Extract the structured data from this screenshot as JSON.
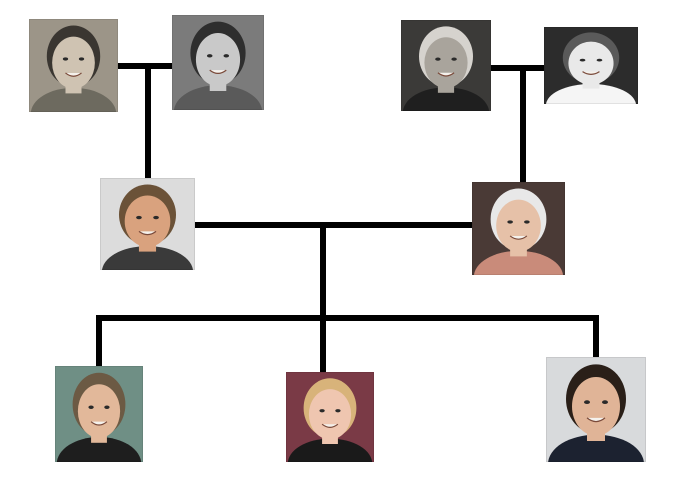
{
  "colors": {
    "connector": "#000000",
    "background": "#ffffff"
  },
  "family_tree": {
    "grandparents_paternal": [
      {
        "id": "gp1",
        "photo": {
          "bg": "#9c9588",
          "skin": "#cfc3b2",
          "hair": "#3a3631",
          "top": "#6d6a5f",
          "style": "sepia"
        }
      },
      {
        "id": "gp2",
        "photo": {
          "bg": "#7b7b7b",
          "skin": "#c9c9c9",
          "hair": "#2e2e2e",
          "top": "#5a5a5a",
          "style": "grayscale"
        }
      }
    ],
    "grandparents_maternal": [
      {
        "id": "gp3",
        "photo": {
          "bg": "#3b3a38",
          "skin": "#a9a49c",
          "hair": "#d6d3ce",
          "top": "#1f1f1f",
          "style": "grayscale"
        }
      },
      {
        "id": "gp4",
        "photo": {
          "bg": "#2c2c2c",
          "skin": "#e9e9e9",
          "hair": "#5a5a5a",
          "top": "#f5f5f5",
          "style": "grayscale"
        }
      }
    ],
    "parents": [
      {
        "id": "father",
        "photo": {
          "bg": "#dcdcdc",
          "skin": "#d9a27e",
          "hair": "#6b5238",
          "top": "#3a3a3a",
          "style": "color"
        }
      },
      {
        "id": "mother",
        "photo": {
          "bg": "#4a3a36",
          "skin": "#e6c1a8",
          "hair": "#e8e8e8",
          "top": "#c98b7a",
          "style": "color"
        }
      }
    ],
    "children": [
      {
        "id": "child1",
        "photo": {
          "bg": "#6f8f85",
          "skin": "#e2b89a",
          "hair": "#6c5a44",
          "top": "#1e1e1e",
          "style": "color"
        }
      },
      {
        "id": "child2",
        "photo": {
          "bg": "#7a3a46",
          "skin": "#efc6b0",
          "hair": "#d8b37a",
          "top": "#1a1a1a",
          "style": "color"
        }
      },
      {
        "id": "child3",
        "photo": {
          "bg": "#d8dadc",
          "skin": "#e0b497",
          "hair": "#2a1f18",
          "top": "#1c2230",
          "style": "color"
        }
      }
    ]
  }
}
